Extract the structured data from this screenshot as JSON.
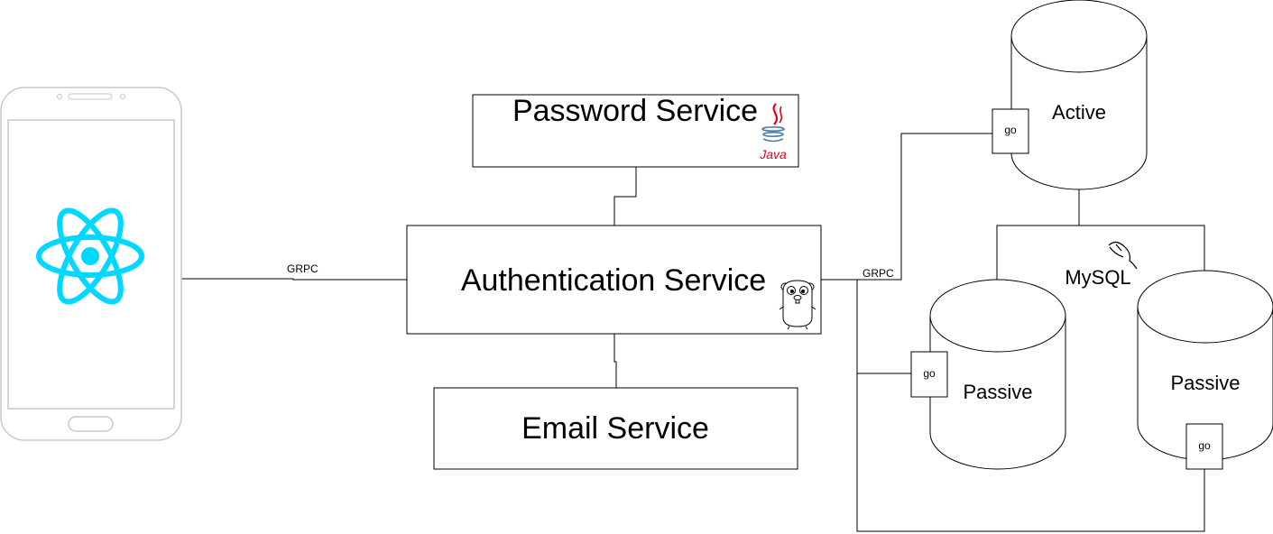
{
  "services": {
    "password": {
      "label": "Password Service",
      "badge": "Java"
    },
    "authentication": {
      "label": "Authentication Service"
    },
    "email": {
      "label": "Email Service"
    }
  },
  "connections": {
    "client_to_auth": "GRPC",
    "auth_to_db": "GRPC"
  },
  "databases": {
    "brand": "MySQL",
    "active": {
      "label": "Active",
      "sidecar": "go"
    },
    "passive_left": {
      "label": "Passive",
      "sidecar": "go"
    },
    "passive_right": {
      "label": "Passive",
      "sidecar": "go"
    }
  },
  "colors": {
    "line": "#000000",
    "react": "#00d8ff",
    "phone_outline": "#c8c8c8",
    "java_red": "#e2001a",
    "java_blue": "#4f7da6"
  },
  "icons": {
    "client": "react-logo-icon",
    "auth": "go-gopher-icon",
    "password": "java-logo-icon",
    "db": "mysql-dolphin-icon"
  }
}
